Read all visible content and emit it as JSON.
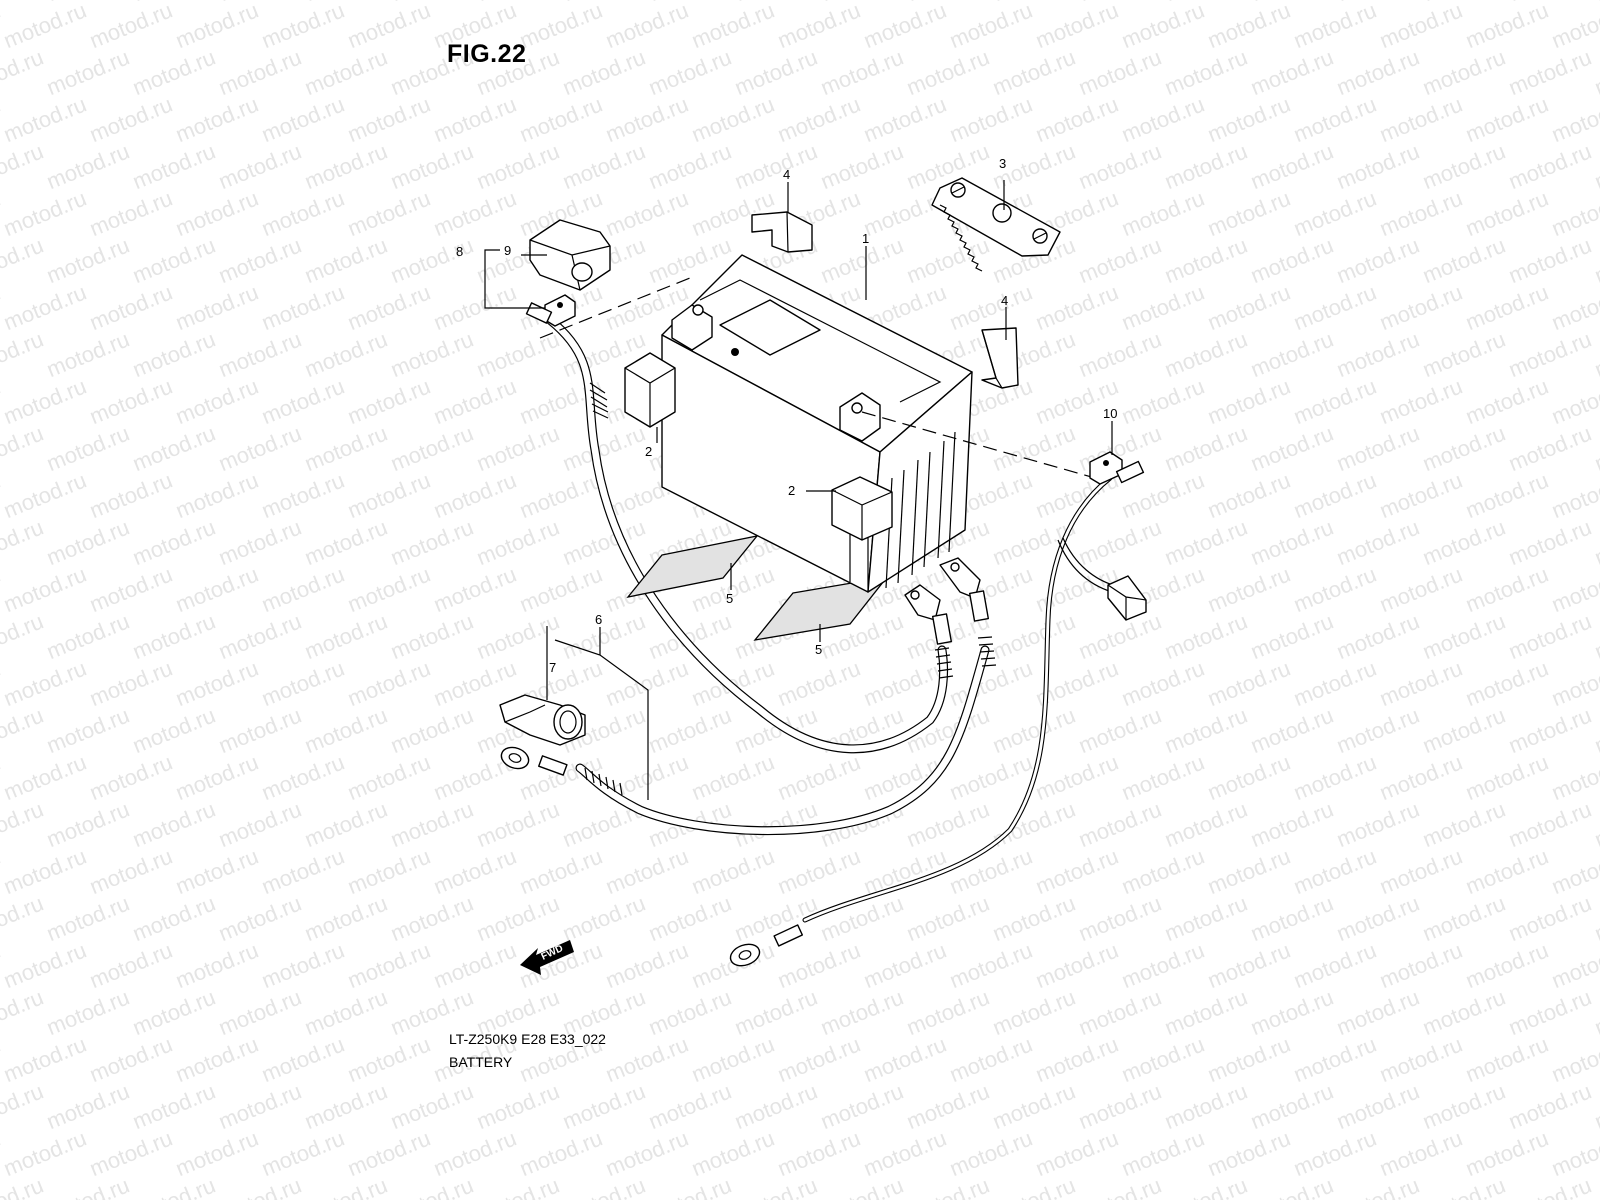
{
  "figure": {
    "title": "FIG.22",
    "model_code": "LT-Z250K9 E28 E33_022",
    "name": "BATTERY",
    "watermark": "motod.ru",
    "direction_label": "FWD"
  },
  "callouts": [
    "1",
    "2",
    "2",
    "3",
    "4",
    "4",
    "5",
    "5",
    "6",
    "7",
    "8",
    "9",
    "10"
  ]
}
